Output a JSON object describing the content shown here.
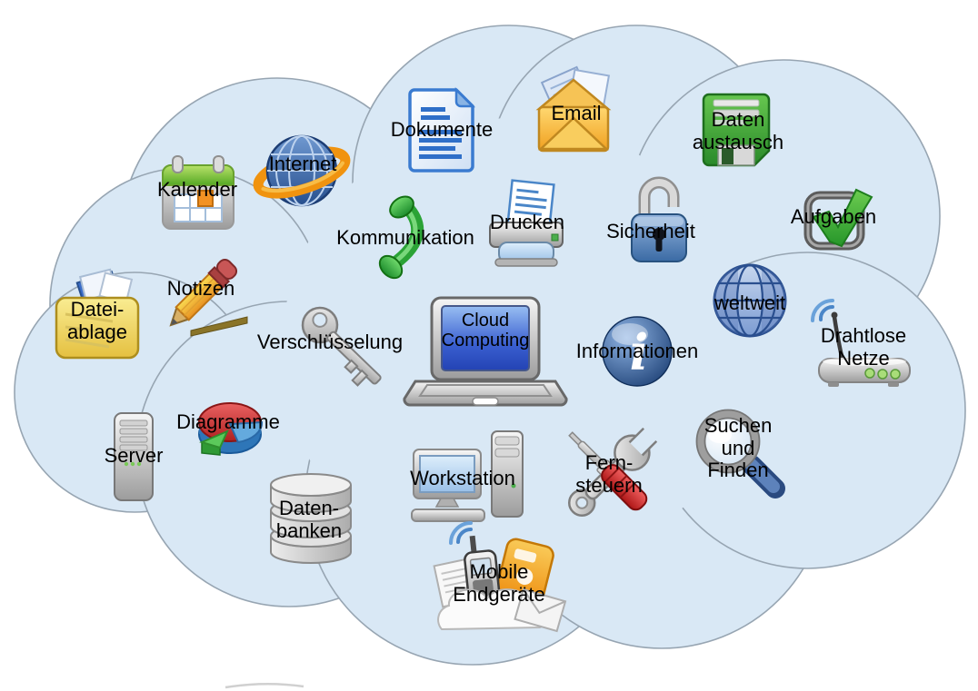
{
  "title": "Cloud Computing",
  "cloud": {
    "fill": "#d9e8f5",
    "stroke": "#97a5b2",
    "background": "#ffffff"
  },
  "center": {
    "label": "Cloud\nComputing",
    "screen_color": "#3a5fd0"
  },
  "items": [
    {
      "id": "kalender",
      "label": "Kalender",
      "icon": "calendar-icon"
    },
    {
      "id": "internet",
      "label": "Internet",
      "icon": "globe-orbit-icon"
    },
    {
      "id": "dokumente",
      "label": "Dokumente",
      "icon": "document-icon"
    },
    {
      "id": "email",
      "label": "Email",
      "icon": "envelope-icon"
    },
    {
      "id": "daten-austausch",
      "label": "Daten\naustausch",
      "icon": "floppy-disk-icon"
    },
    {
      "id": "aufgaben",
      "label": "Aufgaben",
      "icon": "checkbox-icon"
    },
    {
      "id": "sicherheit",
      "label": "Sicherheit",
      "icon": "padlock-icon"
    },
    {
      "id": "drucken",
      "label": "Drucken",
      "icon": "printer-icon"
    },
    {
      "id": "kommunikation",
      "label": "Kommunikation",
      "icon": "phone-handset-icon"
    },
    {
      "id": "notizen",
      "label": "Notizen",
      "icon": "pencil-icon"
    },
    {
      "id": "datei-ablage",
      "label": "Datei-\nablage",
      "icon": "folder-icon"
    },
    {
      "id": "verschluesselung",
      "label": "Verschlüsselung",
      "icon": "key-icon"
    },
    {
      "id": "weltweit",
      "label": "weltweit",
      "icon": "wireframe-globe-icon"
    },
    {
      "id": "drahtlose-netze",
      "label": "Drahtlose\nNetze",
      "icon": "wireless-router-icon"
    },
    {
      "id": "informationen",
      "label": "Informationen",
      "icon": "info-sphere-icon"
    },
    {
      "id": "server",
      "label": "Server",
      "icon": "server-tower-icon"
    },
    {
      "id": "diagramme",
      "label": "Diagramme",
      "icon": "pie-chart-icon"
    },
    {
      "id": "datenbanken",
      "label": "Daten-\nbanken",
      "icon": "database-icon"
    },
    {
      "id": "workstation",
      "label": "Workstation",
      "icon": "workstation-icon"
    },
    {
      "id": "fern-steuern",
      "label": "Fern-\nsteuern",
      "icon": "tools-icon"
    },
    {
      "id": "suchen",
      "label": "Suchen\nund\nFinden",
      "icon": "magnifier-icon"
    },
    {
      "id": "mobile",
      "label": "Mobile\nEndgeräte",
      "icon": "mobile-devices-icon"
    }
  ]
}
